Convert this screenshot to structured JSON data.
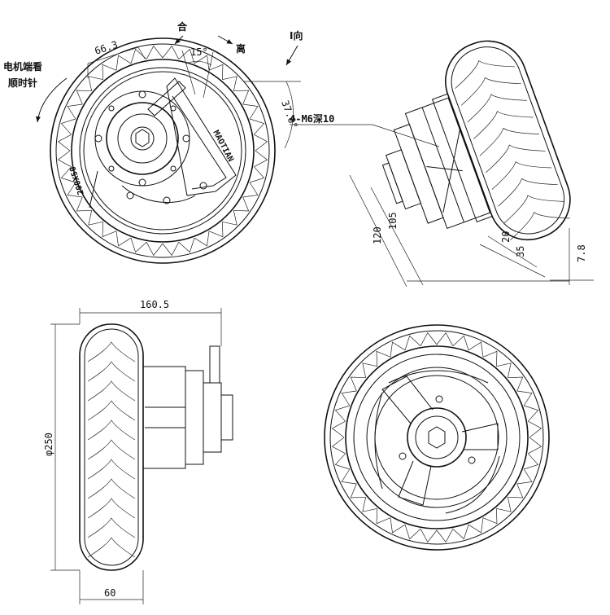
{
  "labels": {
    "dim_66_3": "66.3",
    "dim_15": "15°",
    "dim_37_6": "37.6°",
    "he": "合",
    "li": "离",
    "i_dir": "I向",
    "motor_view_1": "电机端看",
    "motor_view_2": "顺时针",
    "brand": "MAOTIAN",
    "model": "200X50",
    "thread": "4-M6深10",
    "dim_105": "105",
    "dim_120": "120",
    "dim_20": "20",
    "dim_35": "35",
    "dim_7_8": "7.8",
    "dim_160_5": "160.5",
    "dim_250": "φ250",
    "dim_60": "60"
  }
}
